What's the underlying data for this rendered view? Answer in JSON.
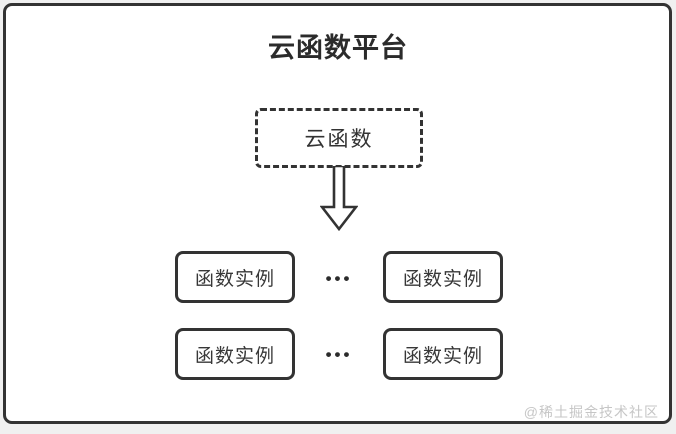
{
  "diagram": {
    "title": "云函数平台",
    "cloud_function": {
      "label": "云函数"
    },
    "arrow": {
      "name": "down-arrow",
      "direction": "down"
    },
    "ellipsis": "•••",
    "instances": [
      {
        "label": "函数实例"
      },
      {
        "label": "函数实例"
      },
      {
        "label": "函数实例"
      },
      {
        "label": "函数实例"
      }
    ],
    "watermark": "@稀土掘金技术社区",
    "colors": {
      "background": "#f0f0f0",
      "panel": "#ffffff",
      "border": "#333333",
      "text": "#2b2b2b",
      "watermark": "#c6c6c6"
    }
  }
}
